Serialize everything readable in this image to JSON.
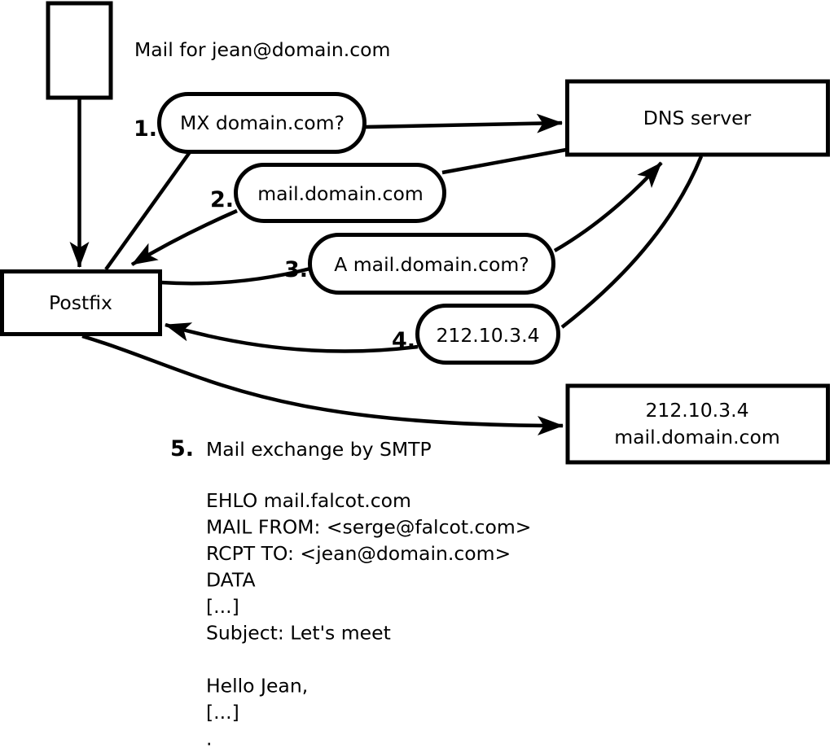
{
  "header": {
    "title": "Mail for jean@domain.com"
  },
  "nodes": {
    "envelope": {
      "name": "envelope"
    },
    "postfix": {
      "label": "Postfix"
    },
    "dns_server": {
      "label": "DNS server"
    },
    "mail_server": {
      "line1": "212.10.3.4",
      "line2": "mail.domain.com"
    }
  },
  "steps": [
    {
      "num": "1.",
      "label": "MX domain.com?"
    },
    {
      "num": "2.",
      "label": "mail.domain.com"
    },
    {
      "num": "3.",
      "label": "A mail.domain.com?"
    },
    {
      "num": "4.",
      "label": "212.10.3.4"
    },
    {
      "num": "5.",
      "label": "Mail exchange by SMTP"
    }
  ],
  "smtp_session": {
    "lines": [
      "EHLO mail.falcot.com",
      "MAIL FROM: <serge@falcot.com>",
      "RCPT TO: <jean@domain.com>",
      "DATA",
      "[...]",
      "Subject: Let's meet",
      "",
      "Hello Jean,",
      "[...]",
      "."
    ]
  },
  "colors": {
    "ink": "#000000",
    "background": "#ffffff"
  }
}
